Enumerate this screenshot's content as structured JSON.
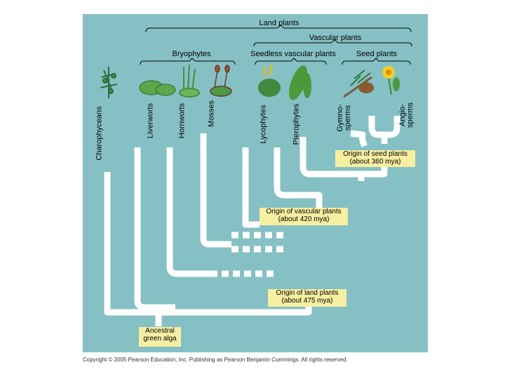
{
  "groups": {
    "land_plants": "Land plants",
    "vascular_plants": "Vascular plants",
    "bryophytes": "Bryophytes",
    "seedless_vascular_plants": "Seedless vascular plants",
    "seed_plants": "Seed plants"
  },
  "taxa": {
    "charophyceans": "Charophyceans",
    "liverworts": "Liverworts",
    "hornworts": "Hornworts",
    "mosses": "Mosses",
    "lycophytes": "Lycophytes",
    "pterophytes": "Pterophytes",
    "gymnosperms_line1": "Gymno-",
    "gymnosperms_line2": "sperms",
    "angiosperms_line1": "Angio-",
    "angiosperms_line2": "sperms"
  },
  "events": {
    "seed_line1": "Origin of seed plants",
    "seed_line2": "(about 360 mya)",
    "vascular_line1": "Origin of vascular plants",
    "vascular_line2": "(about 420 mya)",
    "land_line1": "Origin of land plants",
    "land_line2": "(about 475 mya)",
    "ancestor_line1": "Ancestral",
    "ancestor_line2": "green alga"
  },
  "copyright": "Copyright © 2005 Pearson Education, Inc. Publishing as Pearson Benjamin Cummings. All rights reserved.",
  "colors": {
    "panel": "#85c0c4",
    "branch": "#ffffff",
    "event_box": "#f6eea0"
  }
}
